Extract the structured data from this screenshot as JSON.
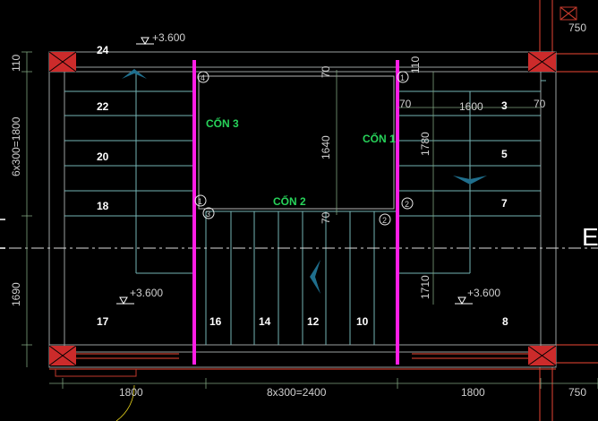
{
  "colors": {
    "background": "#000000",
    "column_fill": "#cc2b2b",
    "beam_magenta": "#ff1ee6",
    "flight_label": "#27d35a",
    "arrow_blue": "#1f6e8c",
    "tread_line": "#74b3b3",
    "wall_red": "#c0392b"
  },
  "levels": {
    "top": "+3.600",
    "left_landing": "+3.600",
    "right_landing": "+3.600"
  },
  "flights": {
    "con1": "CỐN 1",
    "con2": "CỐN 2",
    "con3": "CỐN 3"
  },
  "step_numbers": {
    "n24": "24",
    "n22": "22",
    "n20": "20",
    "n18": "18",
    "n17": "17",
    "n16": "16",
    "n14": "14",
    "n12": "12",
    "n10": "10",
    "n8": "8",
    "n7": "7",
    "n5": "5",
    "n3": "3"
  },
  "dimensions": {
    "left_top": "110",
    "left_mid": "6x300=1800",
    "left_bottom": "1690",
    "bottom_left": "1800",
    "bottom_mid": "8x300=2400",
    "bottom_right": "1800",
    "bottom_far": "750",
    "top_far": "750",
    "inner_70_top": "70",
    "inner_1640": "1640",
    "inner_70_bottom": "70",
    "right_110": "110",
    "right_70_a": "70",
    "right_1600": "1600",
    "right_70_b": "70",
    "right_1780": "1780",
    "right_1710": "1710"
  },
  "markers": {
    "m4": "4",
    "m1_top": "1",
    "m1_left": "1",
    "m3": "3",
    "m2_right": "2",
    "m2_bottom": "2"
  },
  "axis_label": "E"
}
